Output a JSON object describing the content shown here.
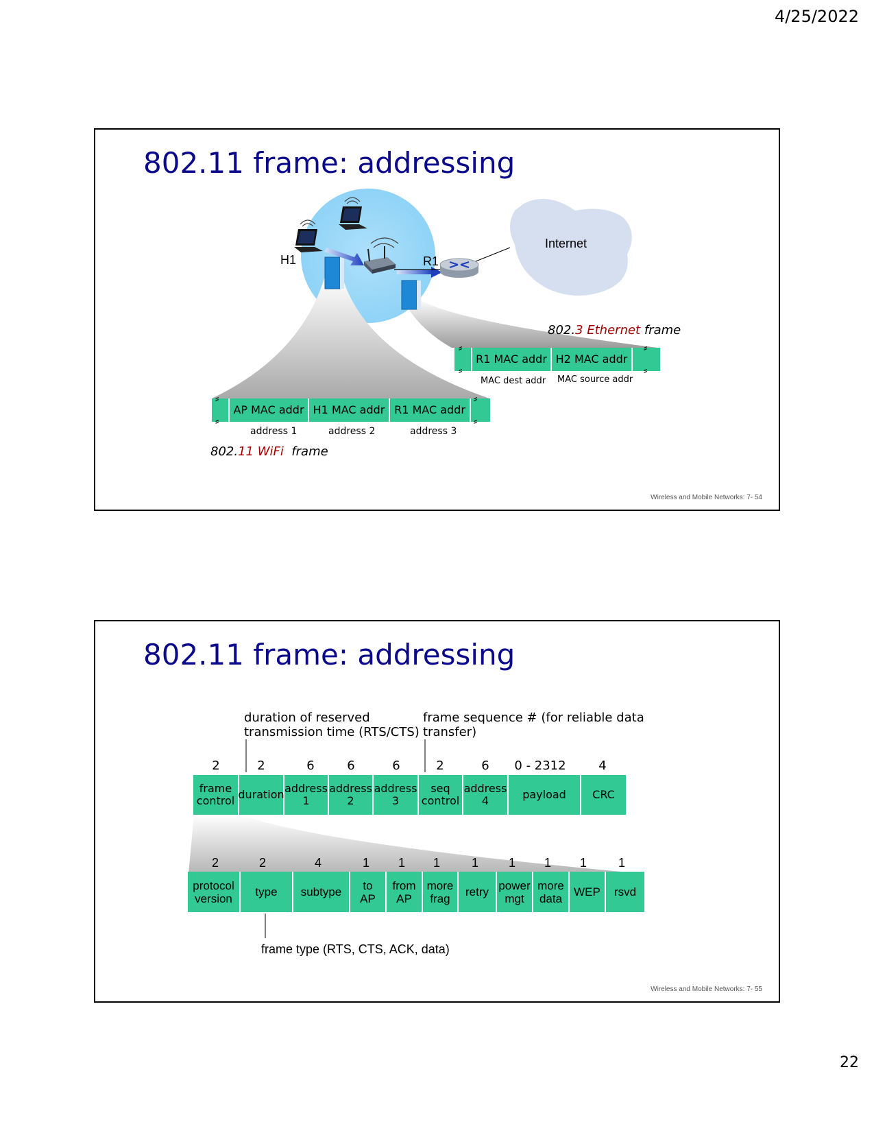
{
  "page": {
    "date": "4/25/2022",
    "number": "22"
  },
  "slide1": {
    "title": "802.11 frame: addressing",
    "footer": "Wireless and Mobile Networks: 7- 54",
    "labels": {
      "h1": "H1",
      "r1": "R1",
      "internet": "Internet"
    },
    "ethernet_caption": {
      "part1": "802.",
      "part2": "3 Ethernet",
      "part3": " frame"
    },
    "ethernet_fields": [
      "R1 MAC addr",
      "H2 MAC addr"
    ],
    "ethernet_sublabels": [
      "MAC dest addr",
      "MAC source addr"
    ],
    "wifi_fields": [
      "AP MAC addr",
      "H1 MAC addr",
      "R1 MAC addr"
    ],
    "wifi_sublabels": [
      "address 1",
      "address 2",
      "address 3"
    ],
    "wifi_caption": {
      "part1": "802.",
      "part2": "11 WiFi",
      "part3": "  frame"
    },
    "break_glyph": "⸗"
  },
  "slide2": {
    "title": "802.11 frame: addressing",
    "footer": "Wireless and Mobile Networks: 7- 55",
    "annotations": {
      "duration": "duration of reserved\ntransmission time (RTS/CTS)",
      "sequence": "frame sequence # (for reliable data\ntransfer)",
      "frame_type": "frame type (RTS, CTS, ACK, data)"
    },
    "frame_fields": [
      {
        "size": "2",
        "label": "frame\ncontrol"
      },
      {
        "size": "2",
        "label": "duration"
      },
      {
        "size": "6",
        "label": "address\n1"
      },
      {
        "size": "6",
        "label": "address\n2"
      },
      {
        "size": "6",
        "label": "address\n3"
      },
      {
        "size": "2",
        "label": "seq\ncontrol"
      },
      {
        "size": "6",
        "label": "address\n4"
      },
      {
        "size": "0 - 2312",
        "label": "payload"
      },
      {
        "size": "4",
        "label": "CRC"
      }
    ],
    "control_fields": [
      {
        "size": "2",
        "label": "protocol\nversion"
      },
      {
        "size": "2",
        "label": "type"
      },
      {
        "size": "4",
        "label": "subtype"
      },
      {
        "size": "1",
        "label": "to\nAP"
      },
      {
        "size": "1",
        "label": "from\nAP"
      },
      {
        "size": "1",
        "label": "more\nfrag"
      },
      {
        "size": "1",
        "label": "retry"
      },
      {
        "size": "1",
        "label": "power\nmgt"
      },
      {
        "size": "1",
        "label": "more\ndata"
      },
      {
        "size": "1",
        "label": "WEP"
      },
      {
        "size": "1",
        "label": "rsvd"
      }
    ]
  }
}
